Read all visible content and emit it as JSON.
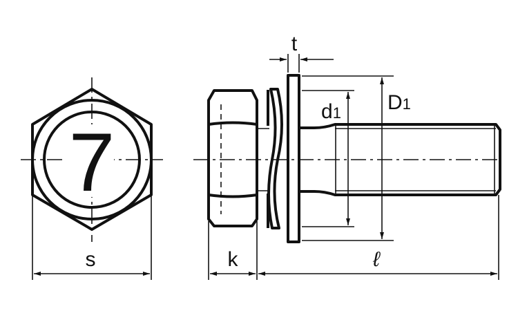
{
  "head_mark": "7",
  "labels": {
    "s": "s",
    "k": "k",
    "length": "ℓ",
    "t": "t",
    "d1_main": "d",
    "d1_sub": "1",
    "D1_main": "D",
    "D1_sub": "1"
  },
  "colors": {
    "line": "#111111",
    "background": "#ffffff"
  }
}
